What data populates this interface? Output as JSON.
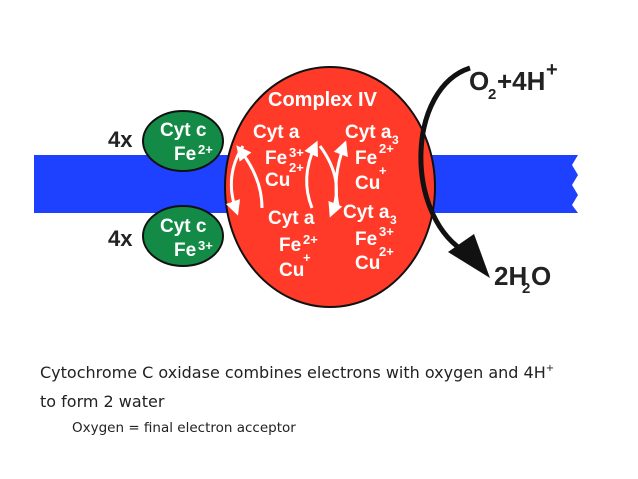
{
  "colors": {
    "membrane": "#1e40ff",
    "complex": "#ff3a28",
    "cytc": "#148a47",
    "arrow": "#111111"
  },
  "complex": {
    "title": "Complex IV",
    "cyt_a": "Cyt a",
    "cyt_a3_base": "Cyt a",
    "sub3": "3",
    "fe": "Fe",
    "cu": "Cu",
    "charge_3plus": "3+",
    "charge_2plus": "2+",
    "charge_plus": "+"
  },
  "cytc_top": {
    "multiplier": "4x",
    "name": "Cyt c",
    "ion": "Fe",
    "charge": "2+"
  },
  "cytc_bottom": {
    "multiplier": "4x",
    "name": "Cyt c",
    "ion": "Fe",
    "charge": "3+"
  },
  "reaction": {
    "o_letter": "O",
    "o_sub": "2",
    "plus_4h": "+4H",
    "h_charge": "+",
    "product_coef": "2H",
    "product_sub": "2",
    "product_o": "O"
  },
  "caption": {
    "line1": "Cytochrome C oxidase combines electrons with oxygen and 4H",
    "line1_sup": "+",
    "line2": "to form 2 water",
    "note": "Oxygen = final electron acceptor"
  }
}
